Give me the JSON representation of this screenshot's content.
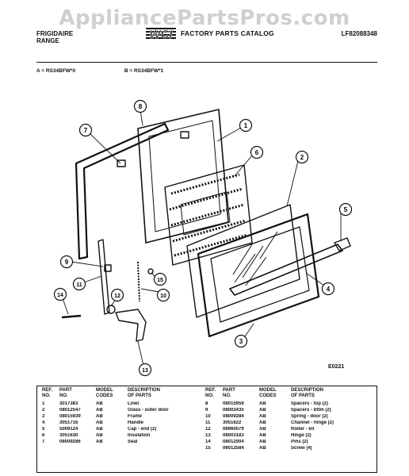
{
  "watermark": "AppliancePartsPros.com",
  "header": {
    "brand_line1": "FRIGIDAIRE",
    "brand_line2": "RANGE",
    "logo_text": "WCI",
    "catalog_title": "FACTORY PARTS CATALOG",
    "doc_number": "LF82088348"
  },
  "models": {
    "a": "A = RS34BFW*0",
    "b": "B = RS34BFW*1"
  },
  "diagram": {
    "callouts": [
      "1",
      "2",
      "3",
      "4",
      "5",
      "6",
      "7",
      "8",
      "9",
      "10",
      "11",
      "12",
      "13",
      "14",
      "15"
    ],
    "code": "E0221"
  },
  "table": {
    "headers": {
      "ref": "REF.\nNO.",
      "part": "PART\nNO.",
      "codes": "MODEL\nCODES",
      "desc": "DESCRIPTION\nOF PARTS"
    },
    "left_rows": [
      {
        "ref": "1",
        "part": "3017383",
        "code": "AB",
        "desc": "Liner"
      },
      {
        "ref": "2",
        "part": "08012547",
        "code": "AB",
        "desc": "Glass - outer door"
      },
      {
        "ref": "3",
        "part": "08015939",
        "code": "AB",
        "desc": "Frame"
      },
      {
        "ref": "4",
        "part": "3051716",
        "code": "AB",
        "desc": "Handle"
      },
      {
        "ref": "5",
        "part": "5009124",
        "code": "AB",
        "desc": "Cap - end (2)"
      },
      {
        "ref": "6",
        "part": "3051630",
        "code": "AB",
        "desc": "Insulation"
      },
      {
        "ref": "7",
        "part": "08009286",
        "code": "AB",
        "desc": "Seal"
      }
    ],
    "right_rows": [
      {
        "ref": "8",
        "part": "08015959",
        "code": "AB",
        "desc": "Spacers - top (2)"
      },
      {
        "ref": "9",
        "part": "08003435",
        "code": "AB",
        "desc": "Spacers - bttm (2)"
      },
      {
        "ref": "10",
        "part": "08009284",
        "code": "AB",
        "desc": "Spring - door (2)"
      },
      {
        "ref": "11",
        "part": "3051622",
        "code": "AB",
        "desc": "Channel - hinge (2)"
      },
      {
        "ref": "12",
        "part": "08960079",
        "code": "AB",
        "desc": "Roller - kit"
      },
      {
        "ref": "13",
        "part": "08003183",
        "code": "AB",
        "desc": "Hinge (2)"
      },
      {
        "ref": "14",
        "part": "08012004",
        "code": "AB",
        "desc": "Pins (2)"
      },
      {
        "ref": "15",
        "part": "08012584",
        "code": "AB",
        "desc": "Screw (4)"
      }
    ]
  }
}
